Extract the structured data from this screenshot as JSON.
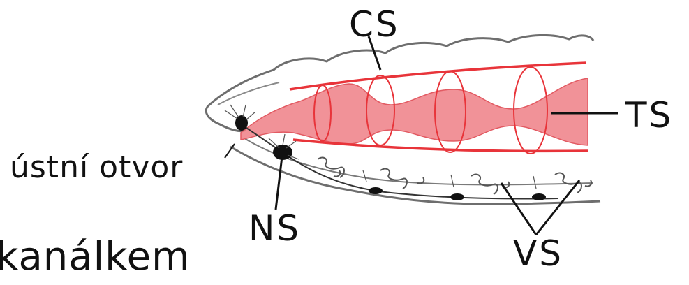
{
  "labels": {
    "cs": "CS",
    "ts": "TS",
    "ustni_otvor": "ústní otvor",
    "ns": "NS",
    "vs": "VS",
    "kanalkem": "kanálkem"
  },
  "colors": {
    "outline": "#6e6e6e",
    "vessel_red": "#e8343a",
    "gut_fill": "#ef7f86",
    "nerve_black": "#111111",
    "leader_line": "#111111"
  }
}
